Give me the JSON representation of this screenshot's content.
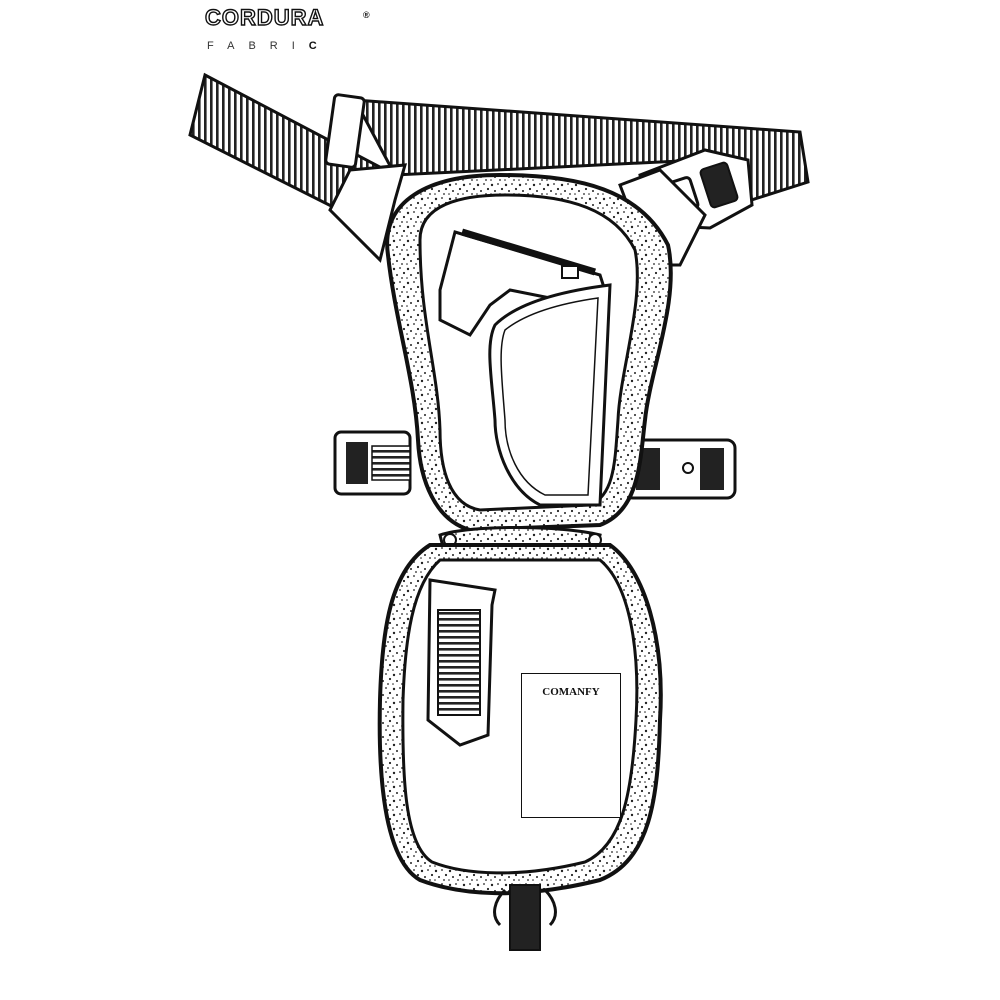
{
  "logo": {
    "brand": "CORDURA",
    "registered": "®",
    "sub_prefix": "FABRI",
    "sub_last": "C"
  },
  "patch": {
    "label": "COMANFY"
  }
}
